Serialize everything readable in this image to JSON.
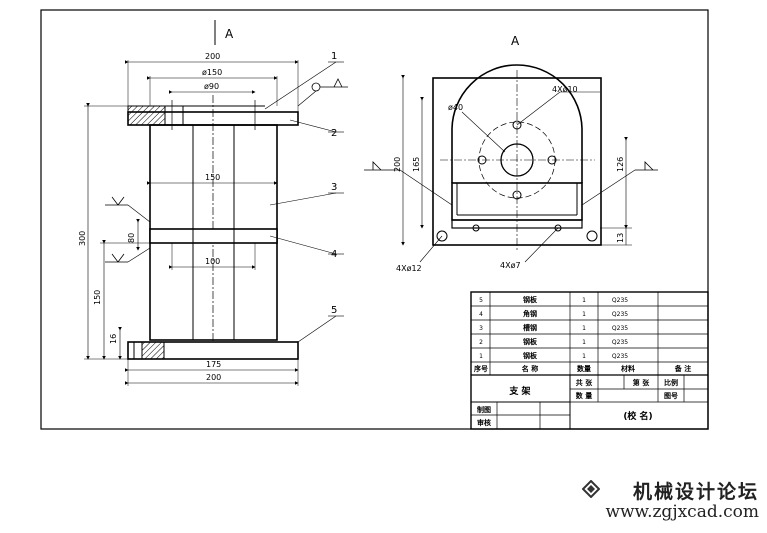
{
  "drawing": {
    "view_label_front": "A",
    "view_label_side": "A",
    "front_dims": {
      "top_width": "200",
      "d150": "ø150",
      "d90": "ø90",
      "mid_150": "150",
      "h80": "80",
      "mid_100": "100",
      "total_300": "300",
      "h150": "150",
      "h16": "16",
      "b175": "175",
      "b200": "200"
    },
    "part_numbers": [
      "1",
      "2",
      "3",
      "4",
      "5"
    ],
    "side_dims": {
      "hole_4x10": "4Xø10",
      "d40": "ø40",
      "h200": "200",
      "h165": "165",
      "h126": "126",
      "h13": "13",
      "hole_4x12": "4Xø12",
      "hole_4x7": "4Xø7"
    }
  },
  "title_block": {
    "rows": [
      {
        "no": "5",
        "name": "钢板",
        "qty": "1",
        "mat": "Q235"
      },
      {
        "no": "4",
        "name": "角钢",
        "qty": "1",
        "mat": "Q235"
      },
      {
        "no": "3",
        "name": "槽钢",
        "qty": "1",
        "mat": "Q235"
      },
      {
        "no": "2",
        "name": "钢板",
        "qty": "1",
        "mat": "Q235"
      },
      {
        "no": "1",
        "name": "钢板",
        "qty": "1",
        "mat": "Q235"
      }
    ],
    "header": {
      "no": "序号",
      "name": "名 称",
      "qty": "数量",
      "mat": "材料",
      "note": "备 注"
    },
    "part_title": "支 架",
    "lbl_total": "共 张",
    "lbl_sheet": "第 张",
    "lbl_scale": "比例",
    "lbl_qty": "数 量",
    "lbl_drawing_no": "图号",
    "lbl_drawn": "制图",
    "lbl_checked": "审核",
    "school": "(校 名)"
  },
  "watermark": {
    "site_name": "机械设计论坛",
    "url": "www.zgjxcad.com"
  }
}
